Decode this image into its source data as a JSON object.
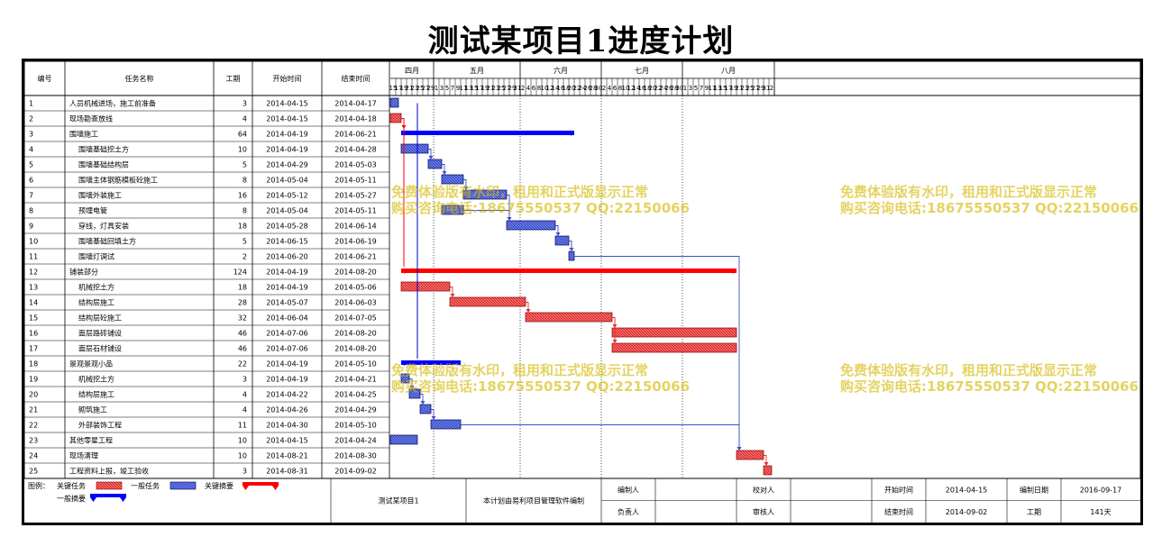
{
  "page_title": "测试某项目1进度计划",
  "table_headers": {
    "id": "编号",
    "name": "任务名称",
    "duration": "工期",
    "start": "开始时间",
    "end": "结束时间"
  },
  "months": [
    {
      "label": "四月",
      "days": [
        "15",
        "17",
        "19",
        "21",
        "23",
        "25",
        "27",
        "29"
      ]
    },
    {
      "label": "五月",
      "days": [
        "1",
        "3",
        "5",
        "7",
        "9",
        "11",
        "13",
        "15",
        "17",
        "19",
        "21",
        "23",
        "25",
        "27",
        "29",
        "31"
      ]
    },
    {
      "label": "六月",
      "days": [
        "2",
        "4",
        "6",
        "8",
        "10",
        "12",
        "14",
        "16",
        "18",
        "20",
        "22",
        "24",
        "26",
        "28",
        "30"
      ]
    },
    {
      "label": "七月",
      "days": [
        "2",
        "4",
        "6",
        "8",
        "10",
        "12",
        "14",
        "16",
        "18",
        "20",
        "22",
        "24",
        "26",
        "28",
        "30"
      ]
    },
    {
      "label": "八月",
      "days": [
        "1",
        "3",
        "5",
        "7",
        "9",
        "11",
        "13",
        "15",
        "17",
        "19",
        "21",
        "23",
        "25",
        "27",
        "29",
        "31",
        "2"
      ]
    }
  ],
  "colors": {
    "critical": "#e03030",
    "normal": "#3a4fc8",
    "critical_summary": "#ff0000",
    "normal_summary": "#0000ff",
    "watermark": "#d4b800"
  },
  "chart_data": {
    "type": "gantt",
    "title": "测试某项目1进度计划",
    "x_axis": {
      "start": "2014-04-15",
      "end": "2014-09-02",
      "tick_step_days": 2
    },
    "tasks": [
      {
        "id": "1",
        "name": "人员机械进场，施工前准备",
        "level": 0,
        "duration": "3",
        "start": "2014-04-15",
        "end": "2014-04-17",
        "kind": "normal"
      },
      {
        "id": "2",
        "name": "现场勘查放线",
        "level": 0,
        "duration": "4",
        "start": "2014-04-15",
        "end": "2014-04-18",
        "kind": "critical"
      },
      {
        "id": "3",
        "name": "围墙施工",
        "level": 0,
        "duration": "64",
        "start": "2014-04-19",
        "end": "2014-06-21",
        "kind": "summary-normal"
      },
      {
        "id": "4",
        "name": "围墙基础挖土方",
        "level": 1,
        "duration": "10",
        "start": "2014-04-19",
        "end": "2014-04-28",
        "kind": "normal"
      },
      {
        "id": "5",
        "name": "围墙基础结构层",
        "level": 1,
        "duration": "5",
        "start": "2014-04-29",
        "end": "2014-05-03",
        "kind": "normal"
      },
      {
        "id": "6",
        "name": "围墙主体钢筋模板砼施工",
        "level": 1,
        "duration": "8",
        "start": "2014-05-04",
        "end": "2014-05-11",
        "kind": "normal"
      },
      {
        "id": "7",
        "name": "围墙外装施工",
        "level": 1,
        "duration": "16",
        "start": "2014-05-12",
        "end": "2014-05-27",
        "kind": "normal"
      },
      {
        "id": "8",
        "name": "预埋电管",
        "level": 1,
        "duration": "8",
        "start": "2014-05-04",
        "end": "2014-05-11",
        "kind": "normal"
      },
      {
        "id": "9",
        "name": "穿线，灯具安装",
        "level": 1,
        "duration": "18",
        "start": "2014-05-28",
        "end": "2014-06-14",
        "kind": "normal"
      },
      {
        "id": "10",
        "name": "围墙基础回填土方",
        "level": 1,
        "duration": "5",
        "start": "2014-06-15",
        "end": "2014-06-19",
        "kind": "normal"
      },
      {
        "id": "11",
        "name": "围墙灯调试",
        "level": 1,
        "duration": "2",
        "start": "2014-06-20",
        "end": "2014-06-21",
        "kind": "normal"
      },
      {
        "id": "12",
        "name": "铺装部分",
        "level": 0,
        "duration": "124",
        "start": "2014-04-19",
        "end": "2014-08-20",
        "kind": "summary-critical"
      },
      {
        "id": "13",
        "name": "机械挖土方",
        "level": 1,
        "duration": "18",
        "start": "2014-04-19",
        "end": "2014-05-06",
        "kind": "critical"
      },
      {
        "id": "14",
        "name": "结构层施工",
        "level": 1,
        "duration": "28",
        "start": "2014-05-07",
        "end": "2014-06-03",
        "kind": "critical"
      },
      {
        "id": "15",
        "name": "结构层砼施工",
        "level": 1,
        "duration": "32",
        "start": "2014-06-04",
        "end": "2014-07-05",
        "kind": "critical"
      },
      {
        "id": "16",
        "name": "面层路砖铺设",
        "level": 1,
        "duration": "46",
        "start": "2014-07-06",
        "end": "2014-08-20",
        "kind": "critical"
      },
      {
        "id": "17",
        "name": "面层石材铺设",
        "level": 1,
        "duration": "46",
        "start": "2014-07-06",
        "end": "2014-08-20",
        "kind": "critical"
      },
      {
        "id": "18",
        "name": "景观景观小品",
        "level": 0,
        "duration": "22",
        "start": "2014-04-19",
        "end": "2014-05-10",
        "kind": "summary-normal"
      },
      {
        "id": "19",
        "name": "机械挖土方",
        "level": 1,
        "duration": "3",
        "start": "2014-04-19",
        "end": "2014-04-21",
        "kind": "normal"
      },
      {
        "id": "20",
        "name": "结构层施工",
        "level": 1,
        "duration": "4",
        "start": "2014-04-22",
        "end": "2014-04-25",
        "kind": "normal"
      },
      {
        "id": "21",
        "name": "砌筑施工",
        "level": 1,
        "duration": "4",
        "start": "2014-04-26",
        "end": "2014-04-29",
        "kind": "normal"
      },
      {
        "id": "22",
        "name": "外部装饰工程",
        "level": 1,
        "duration": "11",
        "start": "2014-04-30",
        "end": "2014-05-10",
        "kind": "normal"
      },
      {
        "id": "23",
        "name": "其他零星工程",
        "level": 0,
        "duration": "10",
        "start": "2014-04-15",
        "end": "2014-04-24",
        "kind": "normal"
      },
      {
        "id": "24",
        "name": "现场清理",
        "level": 0,
        "duration": "10",
        "start": "2014-08-21",
        "end": "2014-08-30",
        "kind": "critical"
      },
      {
        "id": "25",
        "name": "工程资料上报，竣工验收",
        "level": 0,
        "duration": "3",
        "start": "2014-08-31",
        "end": "2014-09-02",
        "kind": "critical"
      }
    ]
  },
  "legend": {
    "label": "图例：",
    "critical_task": "关键任务",
    "normal_task": "一般任务",
    "critical_summary": "关键摘要",
    "normal_summary": "一般摘要"
  },
  "footer": {
    "project_name": "测试某项目1",
    "note": "本计划由易利项目管理软件编制",
    "compiler_label": "编制人",
    "checker_label": "校对人",
    "responsible_label": "负责人",
    "reviewer_label": "审核人",
    "start_label": "开始时间",
    "start_value": "2014-04-15",
    "date_label": "编制日期",
    "date_value": "2016-09-17",
    "end_label": "结束时间",
    "end_value": "2014-09-02",
    "duration_label": "工期",
    "duration_value": "141天"
  },
  "watermark": {
    "line1": "免费体验版有水印，租用和正式版显示正常",
    "line2": "购买咨询电话:18675550537 QQ:22150066"
  }
}
